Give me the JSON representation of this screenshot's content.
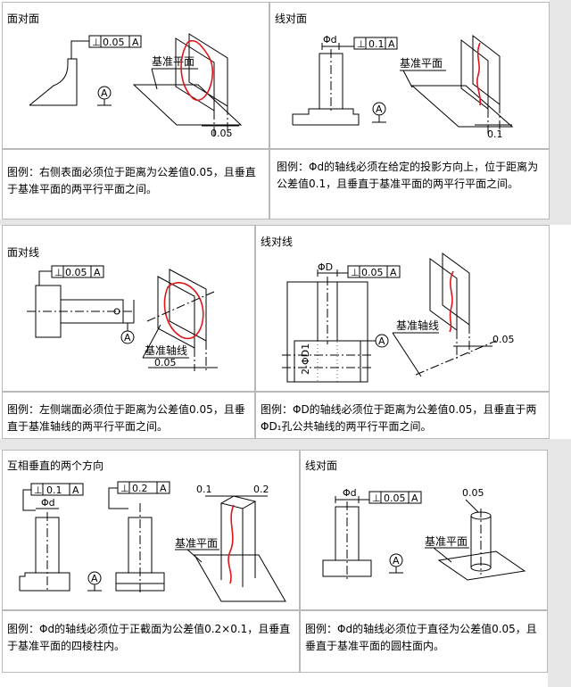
{
  "panels": [
    {
      "title": "面对面",
      "caption": "图例：右侧表面必须位于距离为公差值0.05，且垂直于基准平面的两平行平面之间。",
      "fcf": [
        "⊥",
        "0.05",
        "A"
      ],
      "datum": "A",
      "plane_label": "基准平面",
      "dim": "0.05"
    },
    {
      "title": "线对面",
      "caption": "图例：Φd的轴线必须在给定的投影方向上，位于距离为公差值0.1，且垂直于基准平面的两平行平面之间。",
      "fcf": [
        "⊥",
        "0.1",
        "A"
      ],
      "dia": "Φd",
      "datum": "A",
      "plane_label": "基准平面",
      "dim": "0.1"
    },
    {
      "title": "面对线",
      "caption": "图例：左侧端面必须位于距离为公差值0.05，且垂直于基准轴线的两平行平面之间。",
      "fcf": [
        "⊥",
        "0.05",
        "A"
      ],
      "datum": "A",
      "axis_label": "基准轴线",
      "dim": "0.05"
    },
    {
      "title": "线对线",
      "caption": "图例：ΦD的轴线必须位于距离为公差值0.05，且垂直于两ΦD₁孔公共轴线的两平行平面之间。",
      "fcf": [
        "⊥",
        "0.05",
        "A"
      ],
      "dia": "ΦD",
      "hole": "2-ΦD1",
      "datum": "A",
      "axis_label": "基准轴线",
      "dim": "0.05"
    },
    {
      "title": "互相垂直的两个方向",
      "caption": "图例：Φd的轴线必须位于正截面为公差值0.2×0.1，且垂直于基准平面的四棱柱内。",
      "fcf1": [
        "⊥",
        "0.1",
        "A"
      ],
      "fcf2": [
        "⊥",
        "0.2",
        "A"
      ],
      "dia": "Φd",
      "datum": "A",
      "plane_label": "基准平面",
      "dim1": "0.1",
      "dim2": "0.2"
    },
    {
      "title": "线对面",
      "caption": "图例：Φd的轴线必须位于直径为公差值0.05，且垂直于基准平面的圆柱面内。",
      "fcf": [
        "⊥",
        "0.05",
        "A"
      ],
      "dia": "Φd",
      "datum": "A",
      "plane_label": "基准平面",
      "dim": "0.05"
    }
  ]
}
